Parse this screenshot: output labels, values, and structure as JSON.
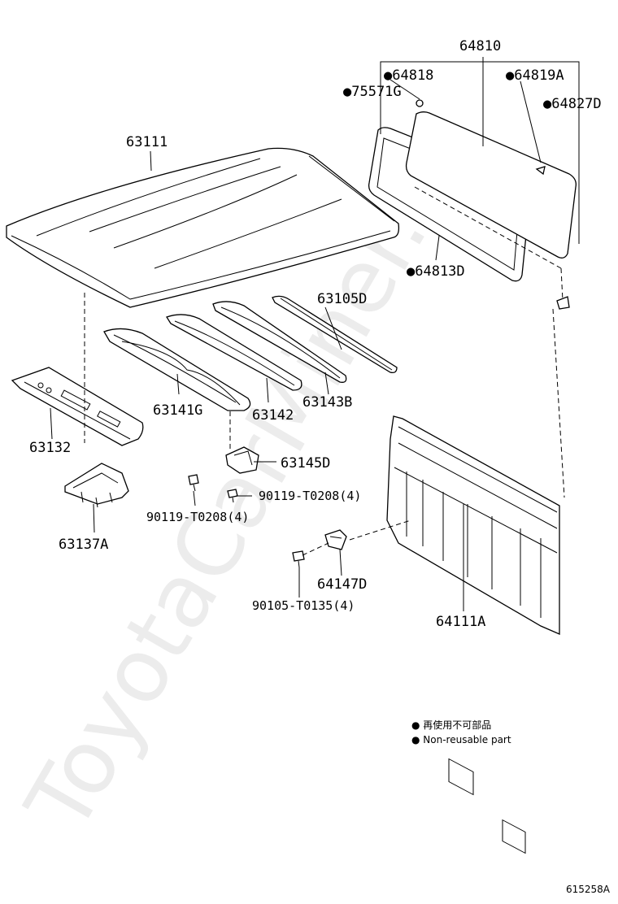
{
  "watermark": "ToyotaCarMiner.ru",
  "parts": {
    "p64810": "64810",
    "p64818": "●64818",
    "p64819A": "●64819A",
    "p75571G": "●75571G",
    "p64827D": "●64827D",
    "p63111": "63111",
    "p64813D": "●64813D",
    "p63105D": "63105D",
    "p63141G": "63141G",
    "p63142": "63142",
    "p63143B": "63143B",
    "p63132": "63132",
    "p63145D": "63145D",
    "p90119a": "90119-T0208(4)",
    "p90119b": "90119-T0208(4)",
    "p63137A": "63137A",
    "p64147D": "64147D",
    "p90105": "90105-T0135(4)",
    "p64111A": "64111A"
  },
  "legend": {
    "line1": "● 再使用不可部品",
    "line2": "● Non-reusable part"
  },
  "diagram_id": "615258A"
}
